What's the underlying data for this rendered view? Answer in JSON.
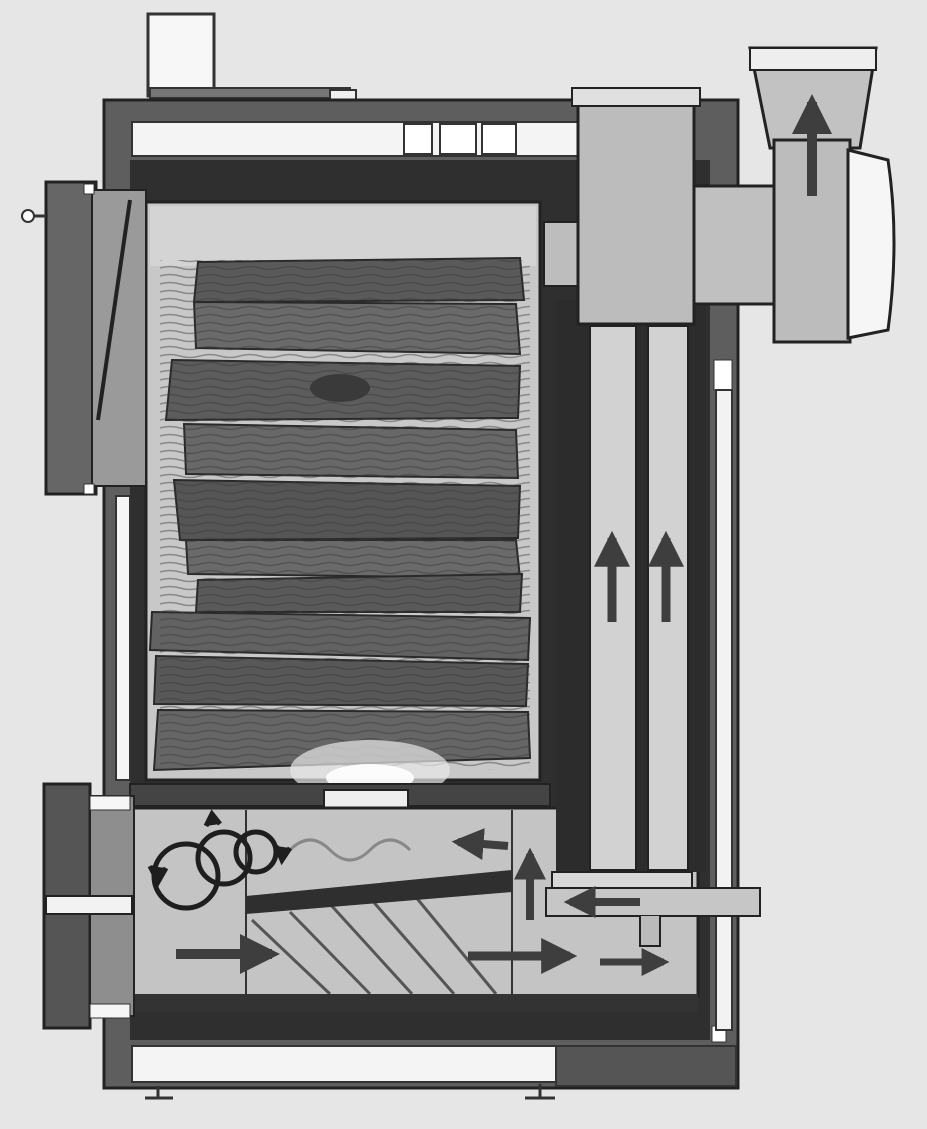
{
  "diagram": {
    "colors": {
      "background": "#e6e6e6",
      "casing": "#5e5e5e",
      "casing_dark": "#333333",
      "insulation": "#f4f4f4",
      "chamber": "#c8c8c8",
      "chamber_light": "#d6d6d6",
      "log": "#5a5a5a",
      "log_dark": "#3a3a3a",
      "flame": "#bdbdbd",
      "arrow": "#4a4a4a",
      "fan_housing": "#f6f6f6"
    },
    "icons": {
      "flow_arrow": "arrow",
      "turbulence": "swirl-circles",
      "fuel_logs": "wood-logs",
      "exhaust_fan": "fan"
    }
  }
}
